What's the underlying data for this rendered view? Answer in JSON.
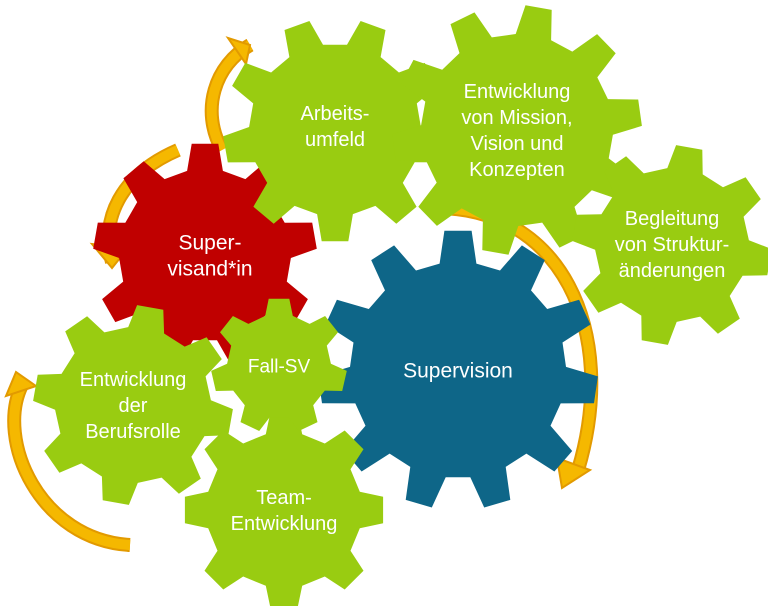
{
  "colors": {
    "green": "#99CC11",
    "red": "#C00000",
    "blue": "#0E6688",
    "arrow": "#F5B800",
    "arrow_edge": "#E29A00",
    "text": "#FFFFFF"
  },
  "gears": [
    {
      "id": "gear-supervision",
      "color": "blue",
      "lines": [
        "Supervision"
      ]
    },
    {
      "id": "gear-supervisand",
      "color": "red",
      "lines": [
        "Super-",
        "visand*in"
      ]
    },
    {
      "id": "gear-arbeitsumfeld",
      "color": "green",
      "lines": [
        "Arbeits-",
        "umfeld"
      ]
    },
    {
      "id": "gear-mission",
      "color": "green",
      "lines": [
        "Entwicklung",
        "von Mission,",
        "Vision und",
        "Konzepten"
      ]
    },
    {
      "id": "gear-begleitung",
      "color": "green",
      "lines": [
        "Begleitung",
        "von Struktur-",
        "änderungen"
      ]
    },
    {
      "id": "gear-berufsrolle",
      "color": "green",
      "lines": [
        "Entwicklung",
        "der",
        "Berufsrolle"
      ]
    },
    {
      "id": "gear-fall-sv",
      "color": "green",
      "lines": [
        "Fall-SV"
      ]
    },
    {
      "id": "gear-teamentwicklung",
      "color": "green",
      "lines": [
        "Team-",
        "Entwicklung"
      ]
    }
  ],
  "arrows": [
    {
      "id": "arrow-top-left",
      "icon": "curved-arrow-up-right-icon"
    },
    {
      "id": "arrow-left-middle",
      "icon": "curved-arrow-down-left-icon"
    },
    {
      "id": "arrow-right",
      "icon": "curved-arrow-down-icon"
    },
    {
      "id": "arrow-bottom-left",
      "icon": "curved-arrow-up-left-icon"
    }
  ]
}
